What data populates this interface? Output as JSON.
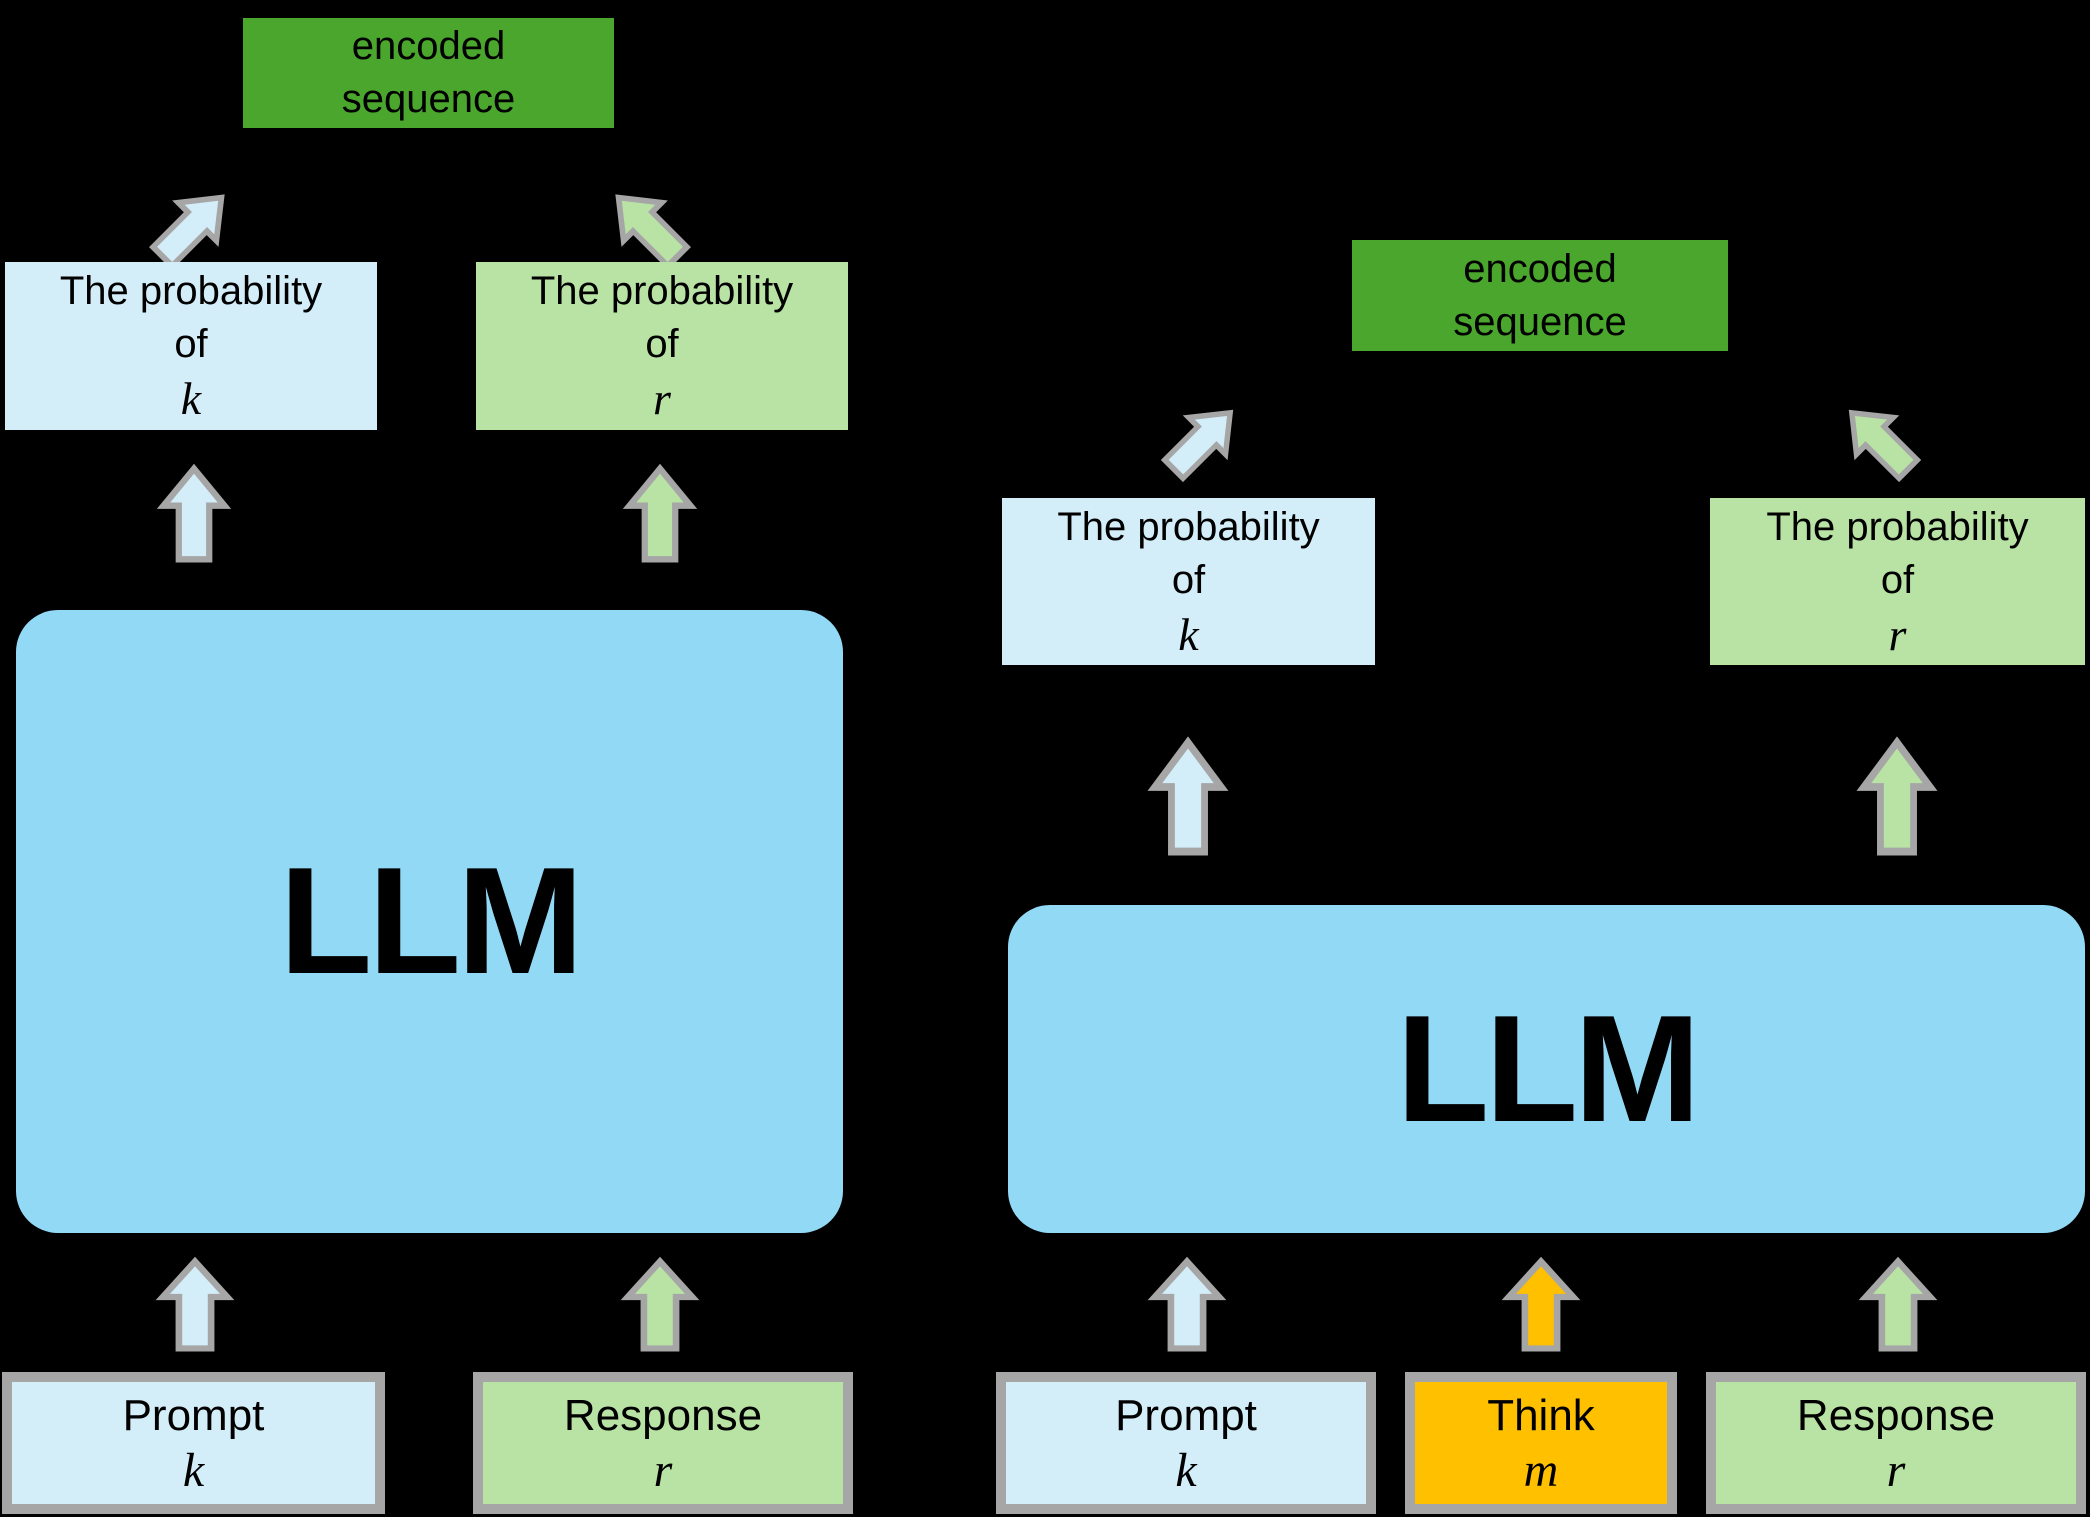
{
  "colors": {
    "background": "#000000",
    "dark_green": "#4aa62c",
    "pale_blue": "#d3edf9",
    "pale_green": "#b9e3a4",
    "llm_blue": "#92d9f5",
    "orange": "#ffc000",
    "border_gray": "#a6a6a6",
    "text": "#000000"
  },
  "left_diagram": {
    "encoded_box": {
      "line1": "encoded",
      "line2": "sequence"
    },
    "prob_k_box": {
      "line1": "The probability",
      "line2": "of",
      "symbol": "k"
    },
    "prob_r_box": {
      "line1": "The probability",
      "line2": "of",
      "symbol": "r"
    },
    "llm_label": "LLM",
    "prompt_box": {
      "label": "Prompt",
      "symbol": "k"
    },
    "response_box": {
      "label": "Response",
      "symbol": "r"
    }
  },
  "right_diagram": {
    "encoded_box": {
      "line1": "encoded",
      "line2": "sequence"
    },
    "prob_k_box": {
      "line1": "The probability",
      "line2": "of",
      "symbol": "k"
    },
    "prob_r_box": {
      "line1": "The probability",
      "line2": "of",
      "symbol": "r"
    },
    "llm_label": "LLM",
    "prompt_box": {
      "label": "Prompt",
      "symbol": "k"
    },
    "think_box": {
      "label": "Think",
      "symbol": "m"
    },
    "response_box": {
      "label": "Response",
      "symbol": "r"
    }
  }
}
